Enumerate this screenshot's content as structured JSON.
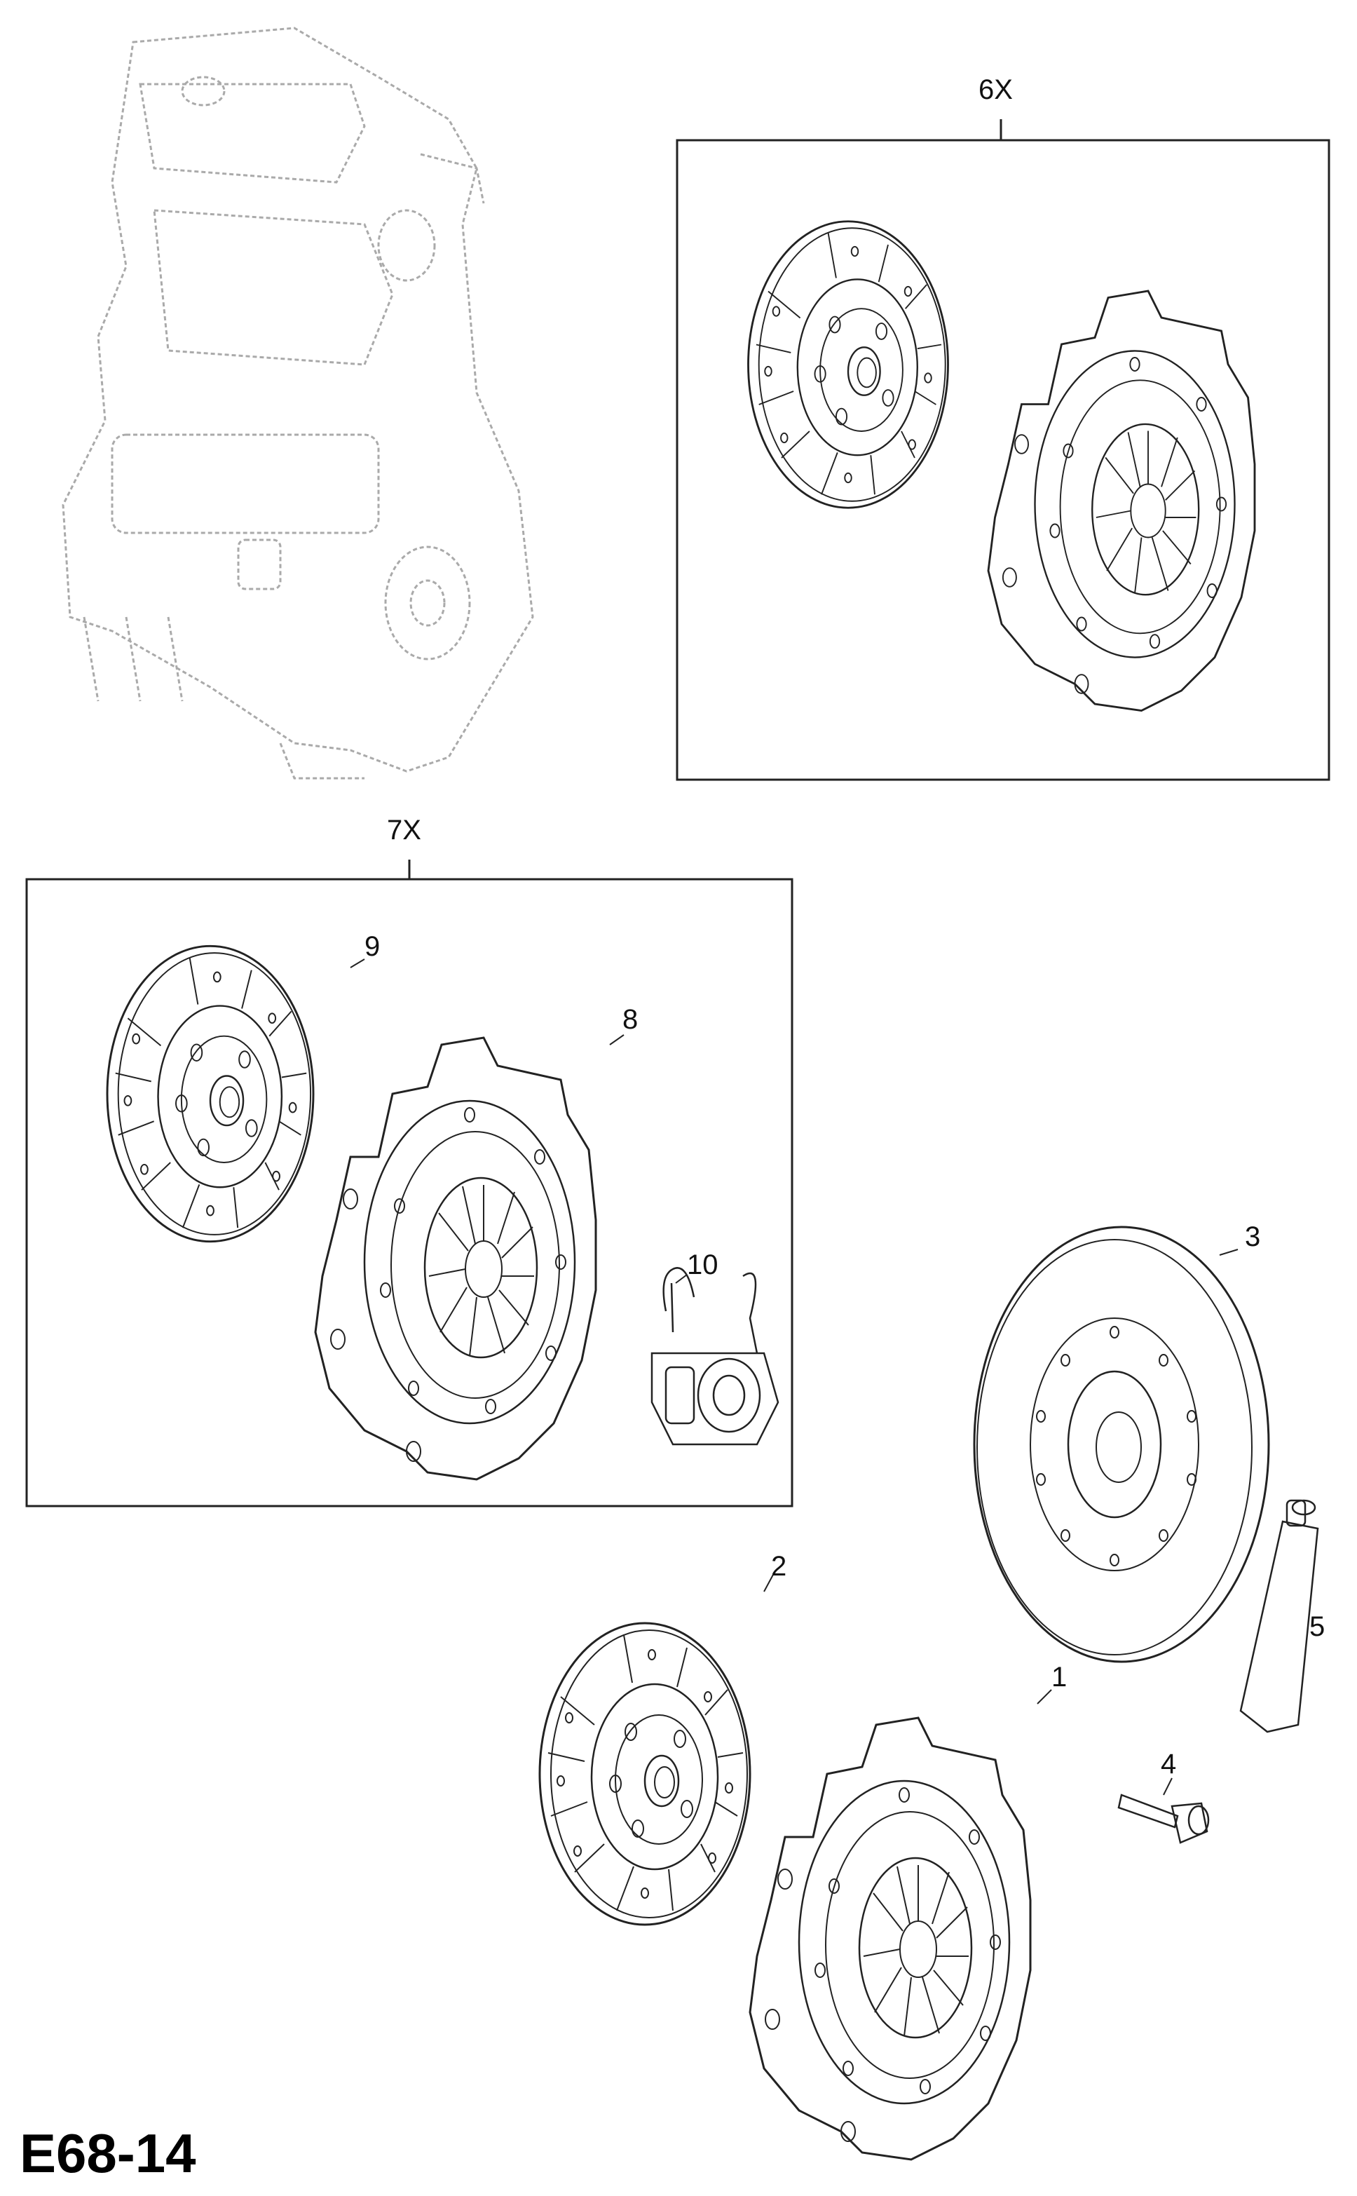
{
  "diagram": {
    "page_code": "E68-14",
    "kits": [
      {
        "id": "kit-6x",
        "label": "6X"
      },
      {
        "id": "kit-7x",
        "label": "7X"
      }
    ],
    "callouts": [
      {
        "id": "c1",
        "label": "1"
      },
      {
        "id": "c2",
        "label": "2"
      },
      {
        "id": "c3",
        "label": "3"
      },
      {
        "id": "c4",
        "label": "4"
      },
      {
        "id": "c5",
        "label": "5"
      },
      {
        "id": "c8",
        "label": "8"
      },
      {
        "id": "c9",
        "label": "9"
      },
      {
        "id": "c10",
        "label": "10"
      }
    ]
  }
}
